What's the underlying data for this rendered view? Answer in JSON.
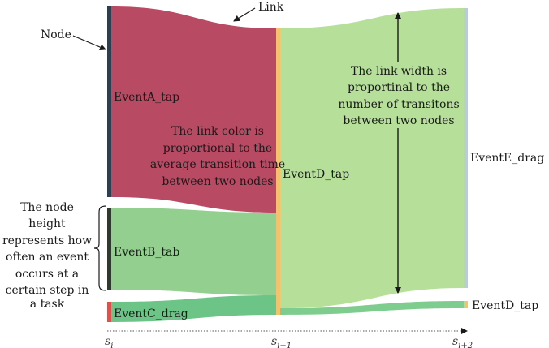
{
  "nodes": {
    "event_a_tap": "EventA_tap",
    "event_b_tab": "EventB_tab",
    "event_c_drag": "EventC_drag",
    "event_d_tap_mid": "EventD_tap",
    "event_e_drag": "EventE_drag",
    "event_d_tap_end": "EventD_tap"
  },
  "annotations": {
    "node_label": "Node",
    "link_label": "Link",
    "link_color_note": [
      "The link color is",
      "proportional to the",
      "average transition time",
      "between two nodes"
    ],
    "link_width_note": [
      "The link width is",
      "proportinal to the",
      "number of transitons",
      "between two nodes"
    ],
    "node_height_note": [
      "The node",
      "height",
      "represents how",
      "often an event",
      "occurs at a",
      "certain step in",
      "a task"
    ]
  },
  "axis": {
    "step_base": "s",
    "step_1_sub": "i",
    "step_2_sub": "i+1",
    "step_3_sub": "i+2"
  },
  "colors": {
    "node_a": "#2f3e4e",
    "node_b": "#2f3a2f",
    "node_c": "#d9534f",
    "node_d_mid": "#f5c26b",
    "node_e": "#b8cdd8",
    "node_d_end": "#f5c26b",
    "link_a_to_d": "#b94a63",
    "link_b_to_d": "#93d08f",
    "link_c_to_d": "#6cc487",
    "link_d_to_e": "#b6e09a",
    "link_d_to_d": "#7fcc8f"
  }
}
